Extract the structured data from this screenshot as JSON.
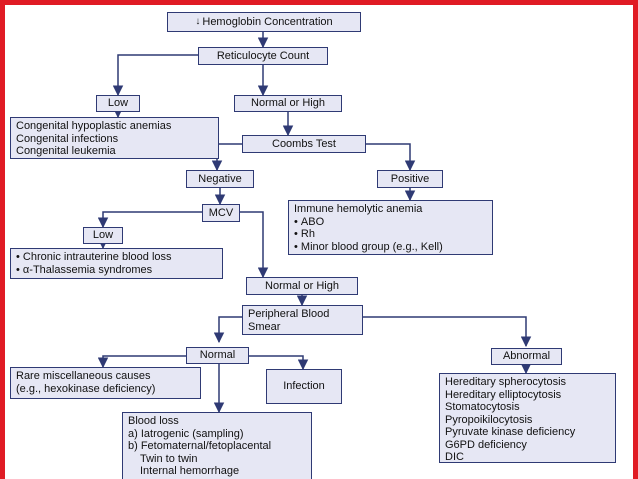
{
  "diagram": {
    "root": {
      "arrow": "↓",
      "label": "Hemoglobin Concentration"
    },
    "reticulocyte": "Reticulocyte Count",
    "low1": {
      "label": "Low",
      "items": [
        "Congenital hypoplastic anemias",
        "Congenital infections",
        "Congenital leukemia"
      ]
    },
    "normal_high1": "Normal or High",
    "coombs": "Coombs Test",
    "negative": "Negative",
    "positive": {
      "label": "Positive",
      "title": "Immune hemolytic anemia",
      "items": [
        "ABO",
        "Rh",
        "Minor blood group (e.g., Kell)"
      ]
    },
    "mcv": "MCV",
    "low2": {
      "label": "Low",
      "items": [
        "Chronic intrauterine blood loss",
        "α-Thalassemia syndromes"
      ]
    },
    "normal_high2": "Normal or High",
    "smear": [
      "Peripheral Blood",
      "Smear"
    ],
    "normal": "Normal",
    "rare": [
      "Rare miscellaneous causes",
      "(e.g., hexokinase deficiency)"
    ],
    "infection": "Infection",
    "blood_loss": [
      "Blood loss",
      "a) Iatrogenic (sampling)",
      "b) Fetomaternal/fetoplacental",
      "Twin to twin",
      "Internal hemorrhage"
    ],
    "abnormal": {
      "label": "Abnormal",
      "items": [
        "Hereditary spherocytosis",
        "Hereditary elliptocytosis",
        "Stomatocytosis",
        "Pyropoikilocytosis",
        "Pyruvate kinase deficiency",
        "G6PD deficiency",
        "DIC"
      ]
    }
  },
  "colors": {
    "border": "#e01b24",
    "box_fill": "#e6e7f4",
    "line": "#2f3a74"
  }
}
